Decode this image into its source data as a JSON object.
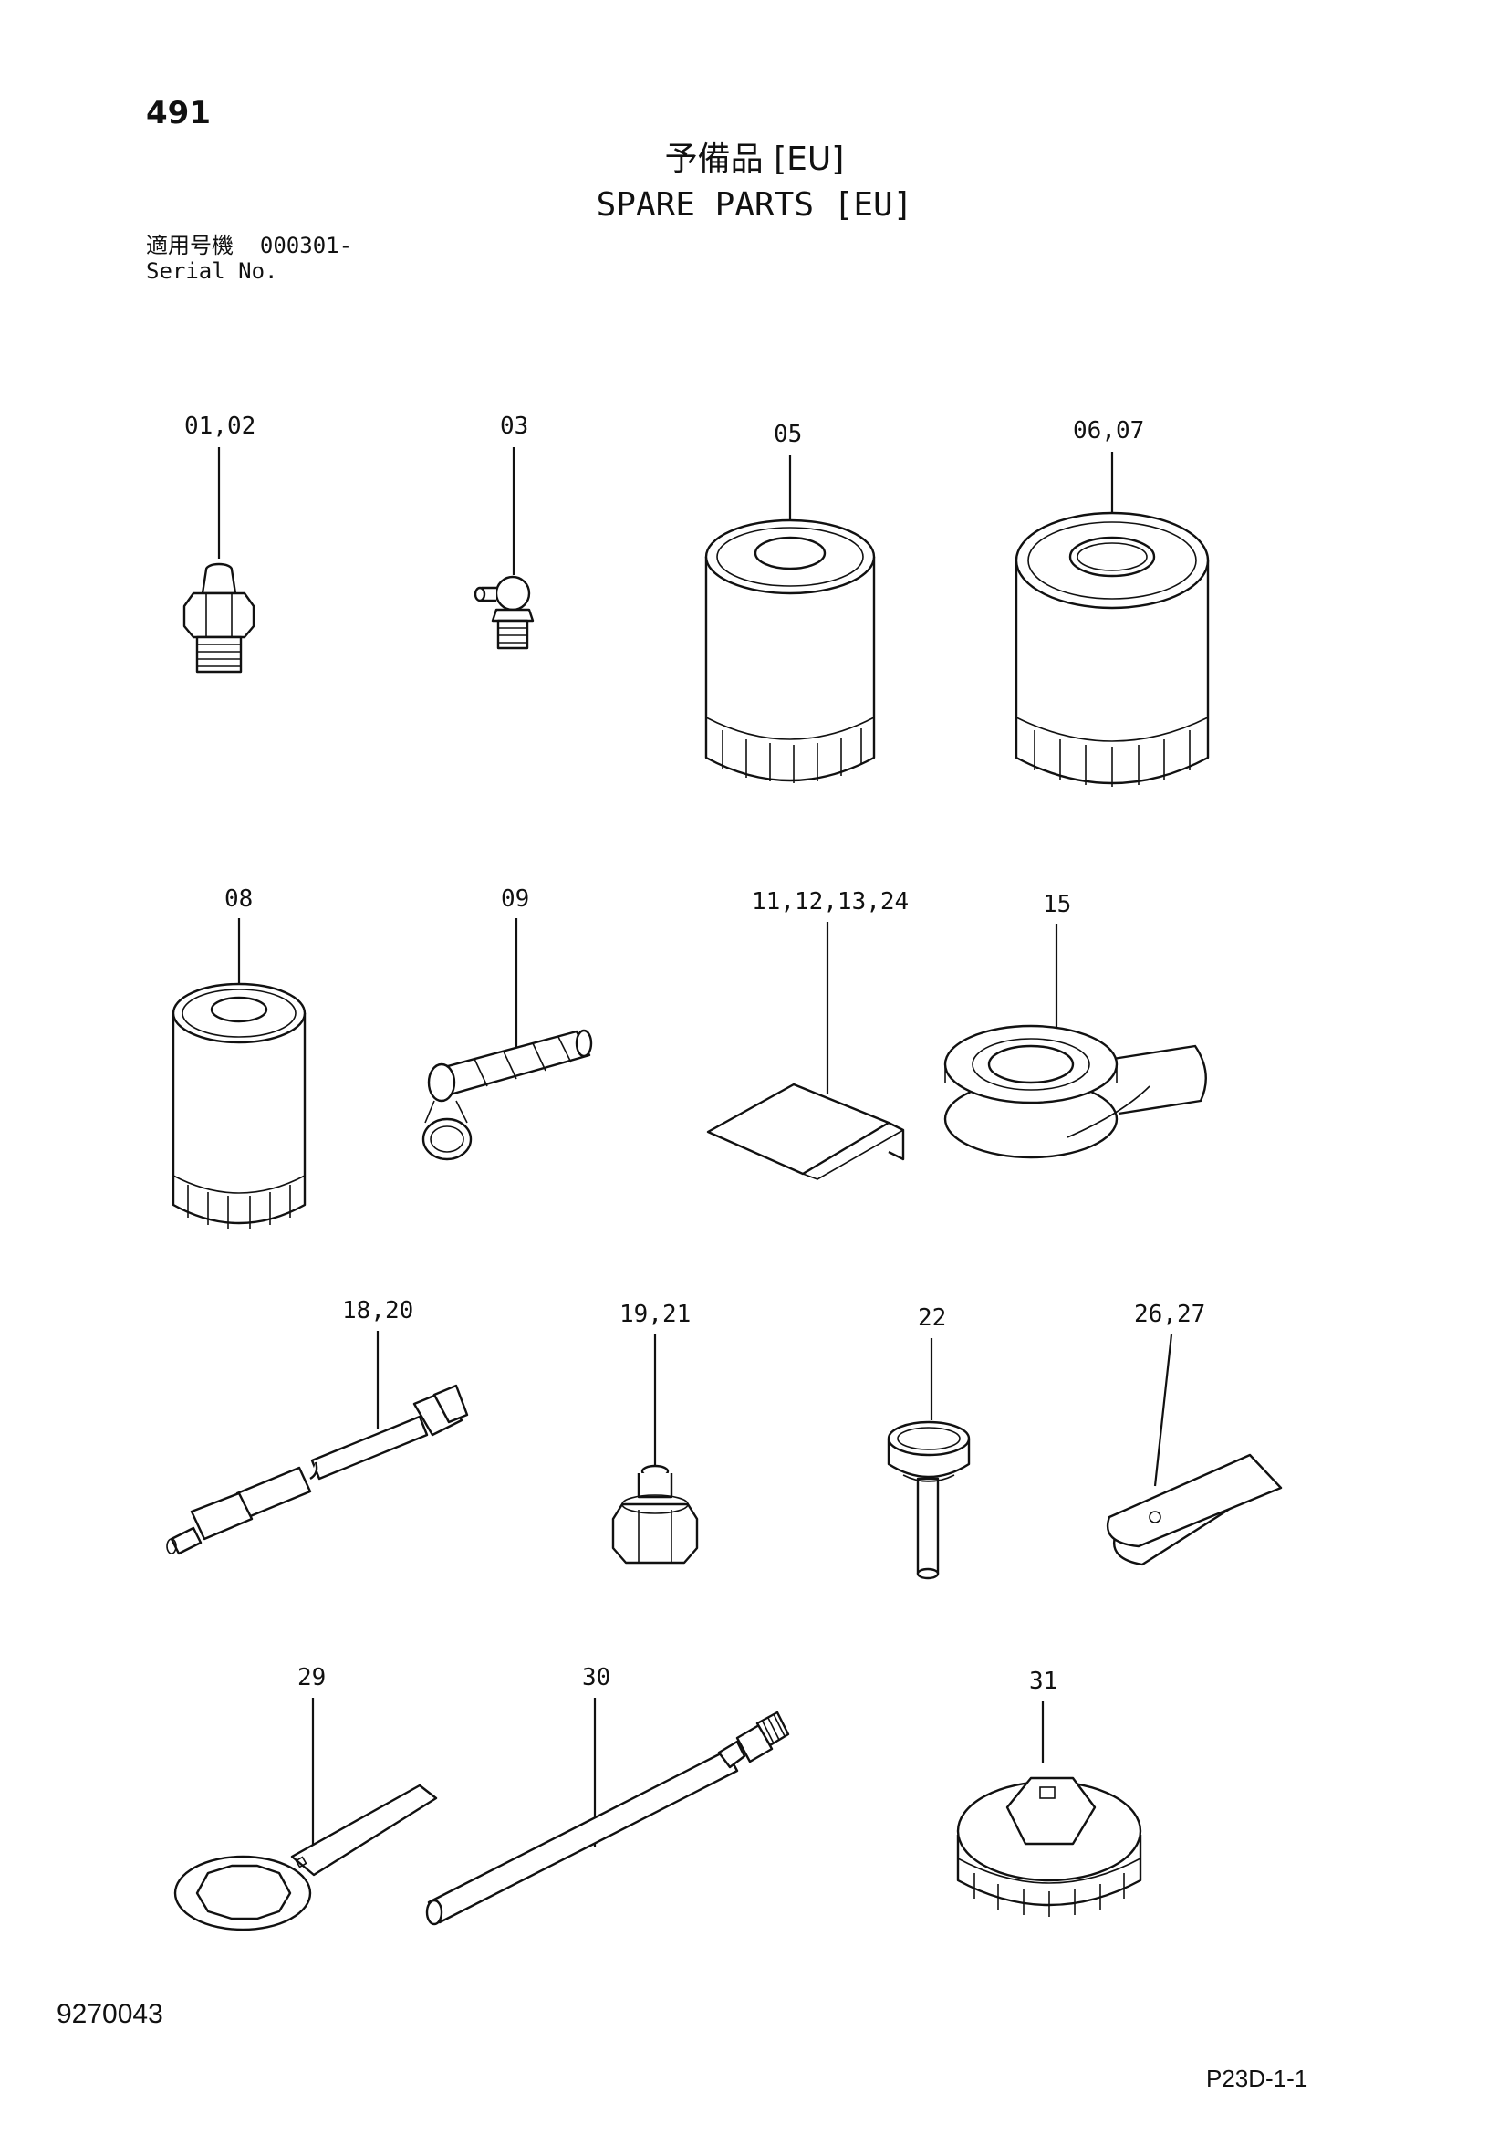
{
  "header": {
    "page_number": "491",
    "title_ja": "予備品 [EU]",
    "title_en": "SPARE PARTS [EU]",
    "serial_label_ja": "適用号機",
    "serial_value": "000301-",
    "serial_label_en": "Serial No."
  },
  "parts": [
    {
      "callout": "01,02",
      "part": "grease-nipple-straight"
    },
    {
      "callout": "03",
      "part": "grease-nipple-angled"
    },
    {
      "callout": "05",
      "part": "filter-canister"
    },
    {
      "callout": "06,07",
      "part": "filter-canister"
    },
    {
      "callout": "08",
      "part": "filter-canister-tall"
    },
    {
      "callout": "09",
      "part": "filter-element"
    },
    {
      "callout": "11,12,13,24",
      "part": "sheet"
    },
    {
      "callout": "15",
      "part": "seal-tape"
    },
    {
      "callout": "18,20",
      "part": "hose-assembly"
    },
    {
      "callout": "19,21",
      "part": "nut-fitting"
    },
    {
      "callout": "22",
      "part": "cap-with-rod"
    },
    {
      "callout": "26,27",
      "part": "clip"
    },
    {
      "callout": "29",
      "part": "ring-spanner"
    },
    {
      "callout": "30",
      "part": "extension-bar"
    },
    {
      "callout": "31",
      "part": "filter-wrench-cap"
    }
  ],
  "footer": {
    "doc_number": "9270043",
    "page_ref": "P23D-1-1"
  }
}
